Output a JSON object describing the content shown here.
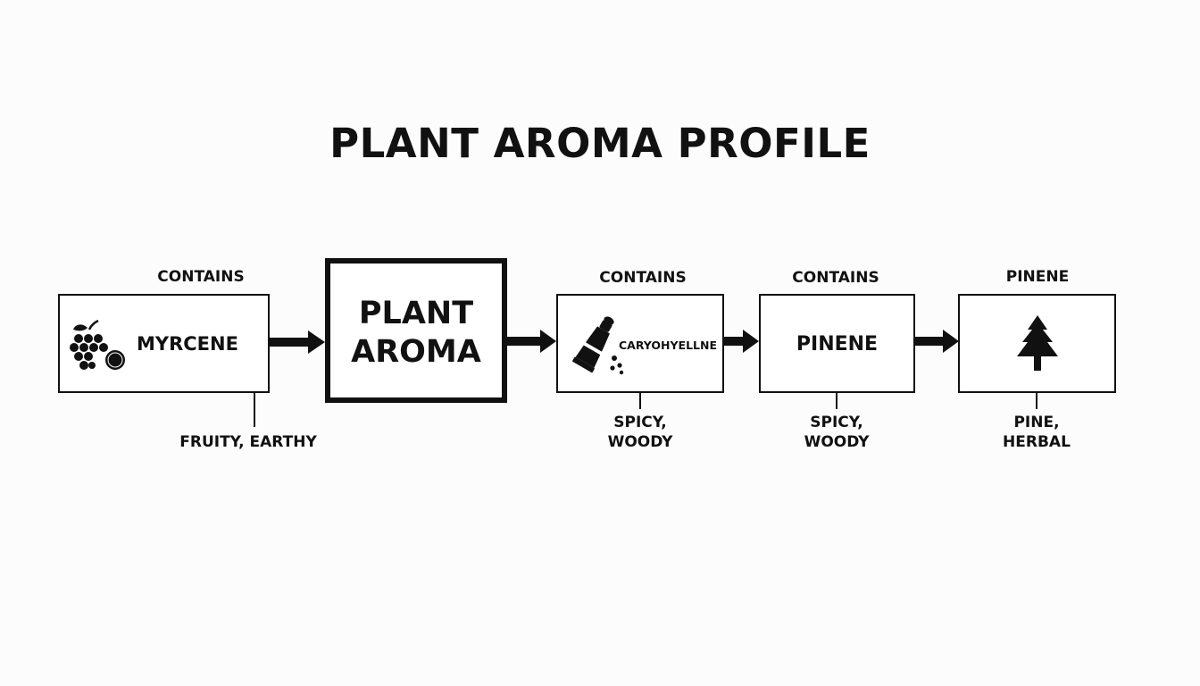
{
  "title": "PLANT AROMA PROFILE",
  "nodes": {
    "myrcene": {
      "above": "CONTAINS",
      "name": "MYRCENE",
      "below": [
        "FRUITY, EARTHY"
      ],
      "icon": "fruit-cluster-icon"
    },
    "plant_aroma": {
      "line1": "PLANT",
      "line2": "AROMA"
    },
    "caryophyllene": {
      "above": "CONTAINS",
      "name": "CARYOHYELLNE",
      "below": [
        "SPICY,",
        "WOODY"
      ],
      "icon": "pepper-grinder-icon"
    },
    "pinene": {
      "above": "CONTAINS",
      "name": "PINENE",
      "below": [
        "SPICY,",
        "WOODY"
      ]
    },
    "pine_tree": {
      "above": "PINENE",
      "below": [
        "PINE,",
        "HERBAL"
      ],
      "icon": "pine-tree-icon"
    }
  },
  "colors": {
    "ink": "#111111",
    "background": "#fcfcfc"
  }
}
